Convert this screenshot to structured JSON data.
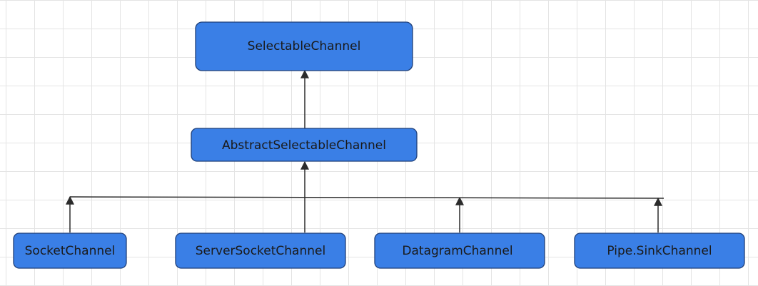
{
  "diagram": {
    "type": "class-hierarchy",
    "root": "SelectableChannel",
    "middle": "AbstractSelectableChannel",
    "children": [
      "SocketChannel",
      "ServerSocketChannel",
      "DatagramChannel",
      "Pipe.SinkChannel"
    ],
    "relations": [
      {
        "from": "AbstractSelectableChannel",
        "to": "SelectableChannel"
      },
      {
        "from": "SocketChannel",
        "to": "AbstractSelectableChannel"
      },
      {
        "from": "ServerSocketChannel",
        "to": "AbstractSelectableChannel"
      },
      {
        "from": "DatagramChannel",
        "to": "AbstractSelectableChannel"
      },
      {
        "from": "Pipe.SinkChannel",
        "to": "AbstractSelectableChannel"
      }
    ]
  },
  "colors": {
    "node_fill": "#3a7fe6",
    "node_border": "#1f3f78",
    "edge": "#2b2b2b",
    "grid": "#e4e4e4",
    "background": "#ffffff"
  }
}
